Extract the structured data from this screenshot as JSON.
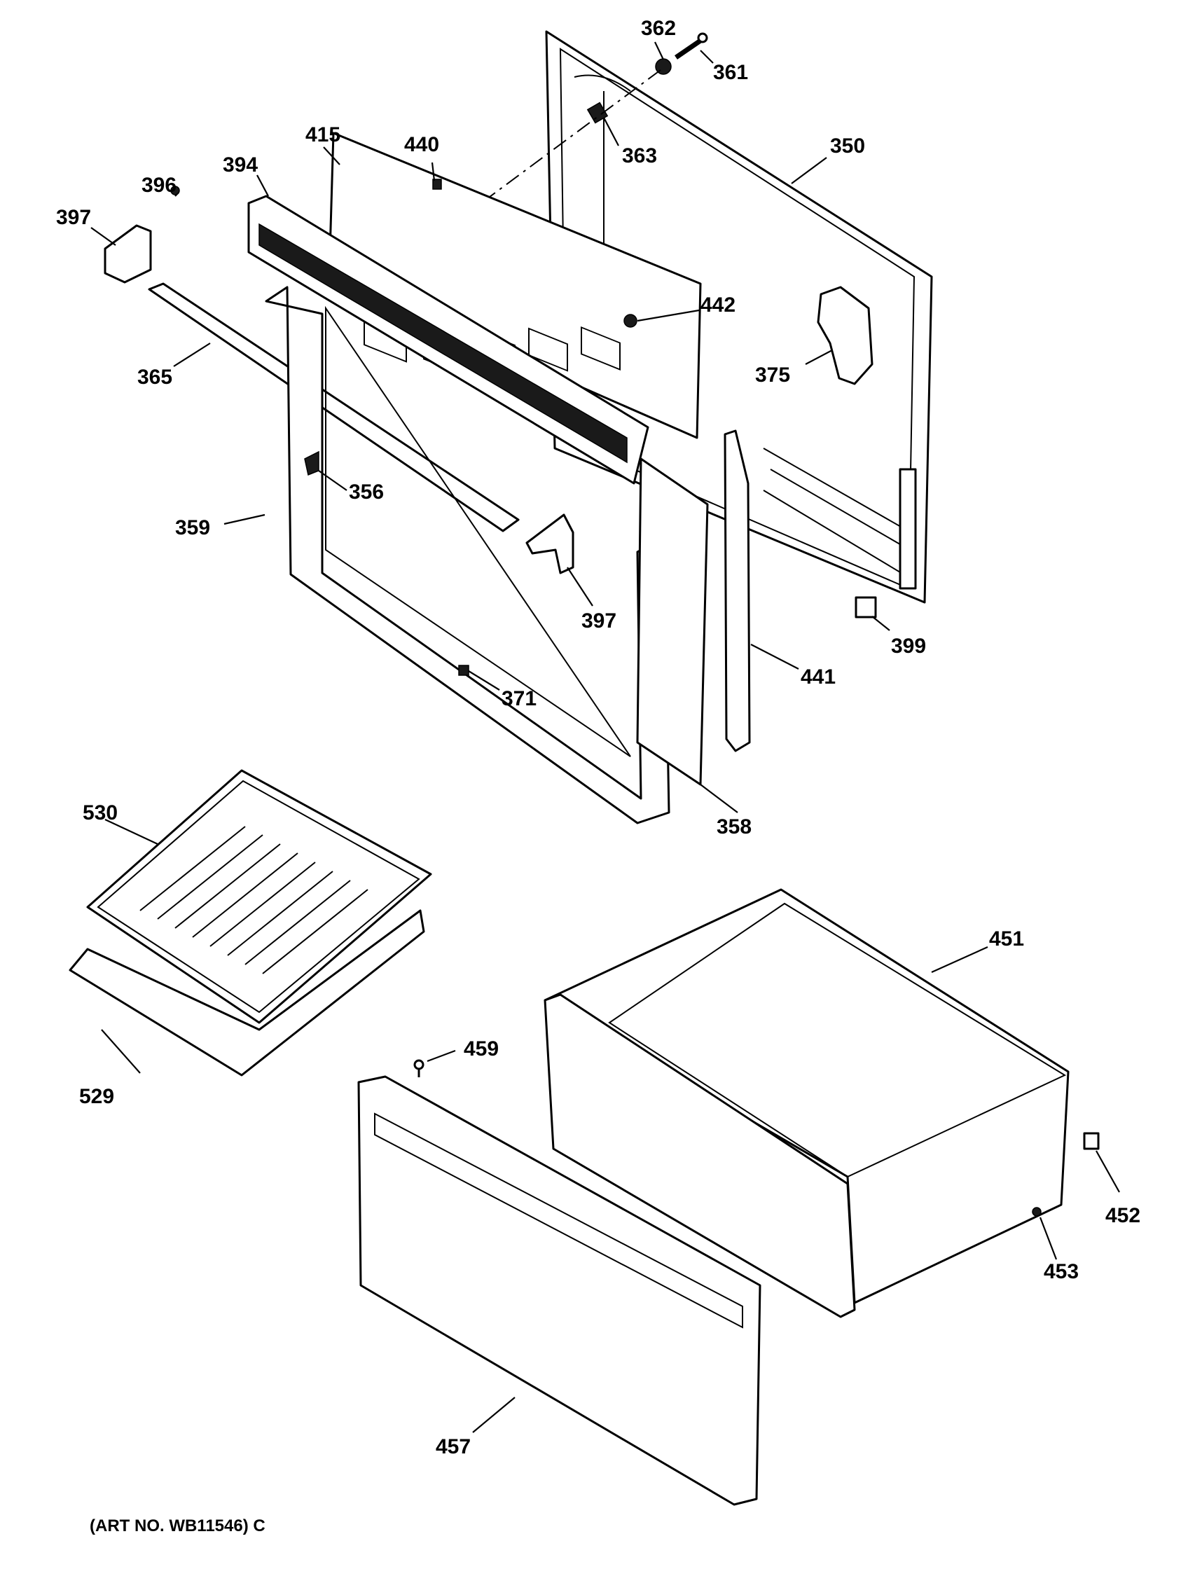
{
  "callouts": {
    "c350": "350",
    "c356": "356",
    "c358": "358",
    "c359": "359",
    "c361": "361",
    "c362": "362",
    "c363": "363",
    "c365": "365",
    "c371": "371",
    "c375": "375",
    "c394": "394",
    "c396": "396",
    "c397a": "397",
    "c397b": "397",
    "c399": "399",
    "c415": "415",
    "c440": "440",
    "c441": "441",
    "c442": "442",
    "c451": "451",
    "c452": "452",
    "c453": "453",
    "c457": "457",
    "c459": "459",
    "c529": "529",
    "c530": "530"
  },
  "art_number": "(ART NO. WB11546) C"
}
